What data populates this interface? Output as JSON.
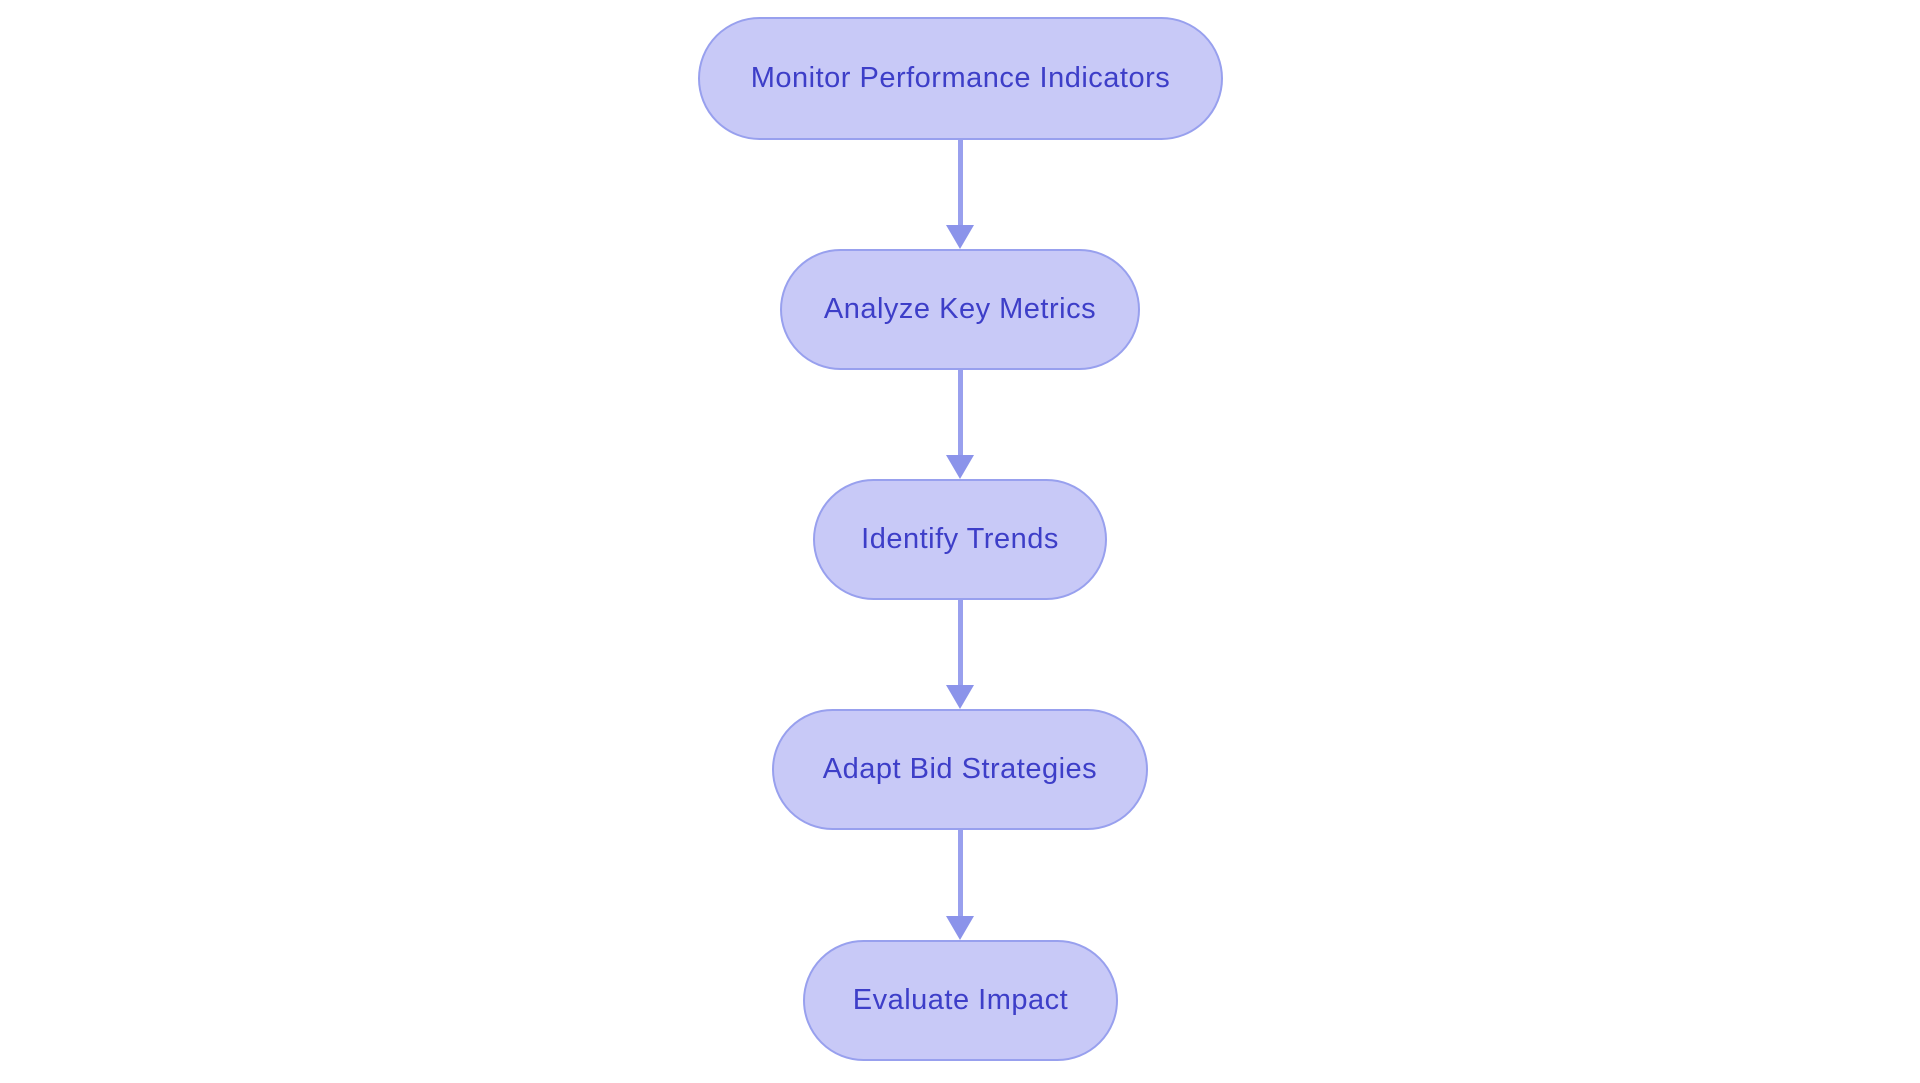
{
  "diagram": {
    "type": "flowchart",
    "direction": "top-down",
    "nodes": [
      {
        "id": "n1",
        "label": "Monitor Performance Indicators",
        "shape": "pill"
      },
      {
        "id": "n2",
        "label": "Analyze Key Metrics",
        "shape": "pill"
      },
      {
        "id": "n3",
        "label": "Identify Trends",
        "shape": "pill"
      },
      {
        "id": "n4",
        "label": "Adapt Bid Strategies",
        "shape": "pill"
      },
      {
        "id": "n5",
        "label": "Evaluate Impact",
        "shape": "pill"
      }
    ],
    "edges": [
      {
        "from": "n1",
        "to": "n2",
        "style": "arrow-down"
      },
      {
        "from": "n2",
        "to": "n3",
        "style": "arrow-down"
      },
      {
        "from": "n3",
        "to": "n4",
        "style": "arrow-down"
      },
      {
        "from": "n4",
        "to": "n5",
        "style": "arrow-down"
      }
    ]
  },
  "colors": {
    "background": "#ffffff",
    "node_fill": "#c8c9f7",
    "node_border": "#98a0ee",
    "node_text": "#3d3ec8",
    "arrow_stem": "#99a0ee",
    "arrow_head": "#8b93ea"
  }
}
